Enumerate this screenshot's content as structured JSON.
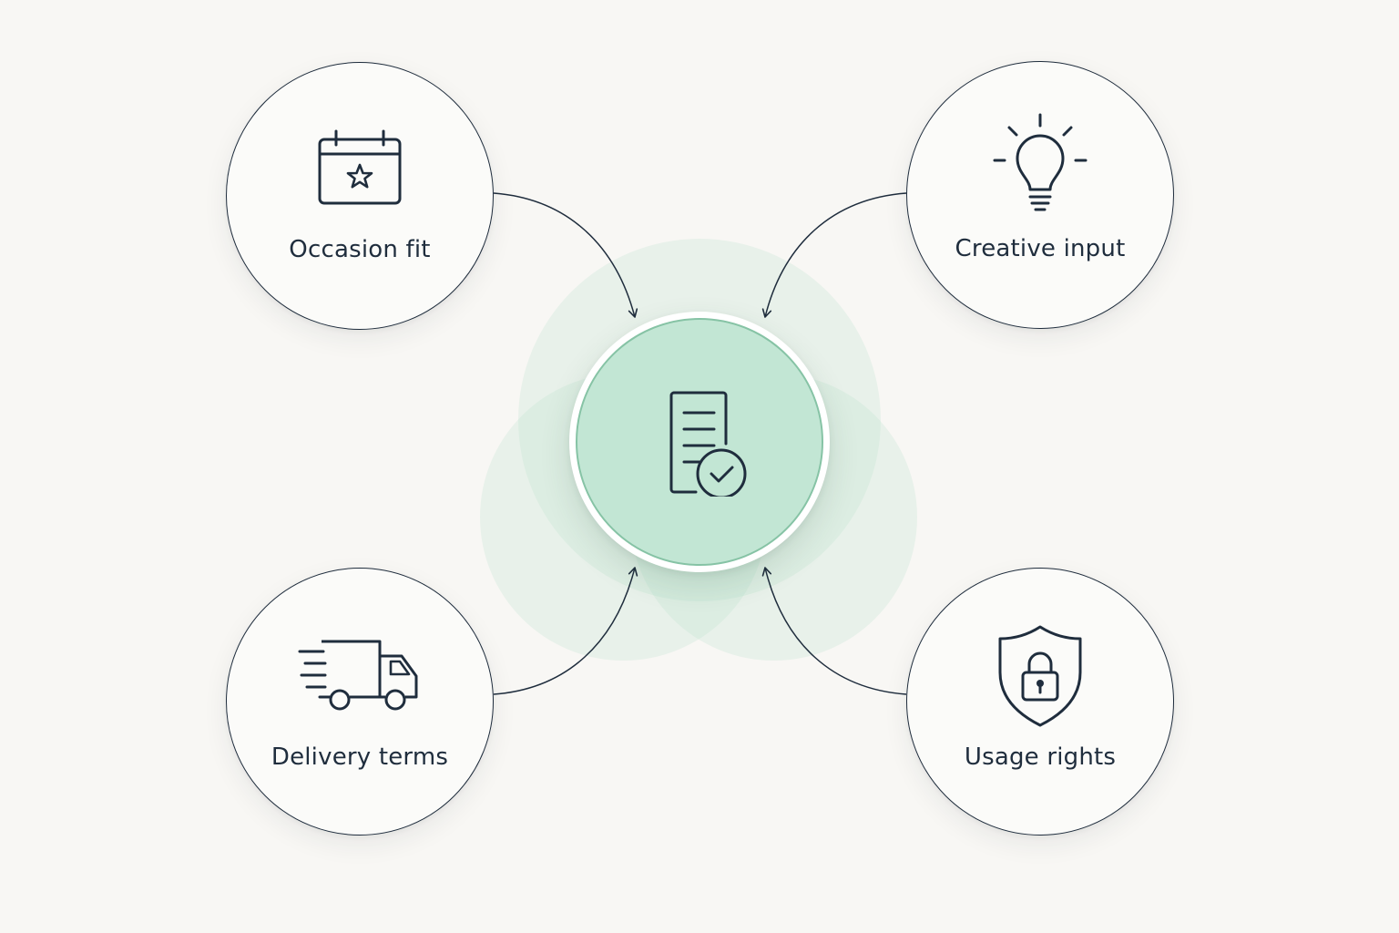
{
  "diagram": {
    "center": {
      "icon": "contract-check-icon",
      "accent_color": "#c2e6d4"
    },
    "nodes": [
      {
        "id": "occasion",
        "label": "Occasion fit",
        "icon": "calendar-star-icon"
      },
      {
        "id": "creative",
        "label": "Creative input",
        "icon": "lightbulb-icon"
      },
      {
        "id": "delivery",
        "label": "Delivery terms",
        "icon": "delivery-truck-icon"
      },
      {
        "id": "usage",
        "label": "Usage rights",
        "icon": "shield-lock-icon"
      }
    ],
    "colors": {
      "background": "#f8f7f4",
      "line": "#1f2d3d",
      "accent": "#86c3a5"
    }
  }
}
